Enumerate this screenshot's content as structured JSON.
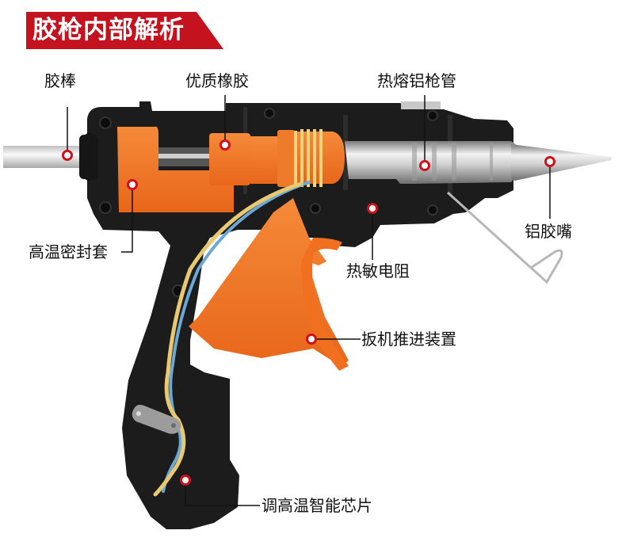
{
  "title": "胶枪内部解析",
  "colors": {
    "banner_red": "#c4121e",
    "body_black": "#1c1c1c",
    "accent_orange": "#f07020",
    "marker_red": "#d0101a",
    "wire_yellow": "#e8c870",
    "wire_blue": "#6aa8d8",
    "metal_silver": "#c8c8c8"
  },
  "callouts": [
    {
      "id": "glue-stick",
      "label": "胶棒"
    },
    {
      "id": "rubber-seal",
      "label": "优质橡胶"
    },
    {
      "id": "aluminum-barrel",
      "label": "热熔铝枪管"
    },
    {
      "id": "aluminum-nozzle",
      "label": "铝胶嘴"
    },
    {
      "id": "high-temp-sleeve",
      "label": "高温密封套"
    },
    {
      "id": "thermistor",
      "label": "热敏电阻"
    },
    {
      "id": "trigger-feed",
      "label": "扳机推进装置"
    },
    {
      "id": "temp-chip",
      "label": "调高温智能芯片"
    }
  ]
}
